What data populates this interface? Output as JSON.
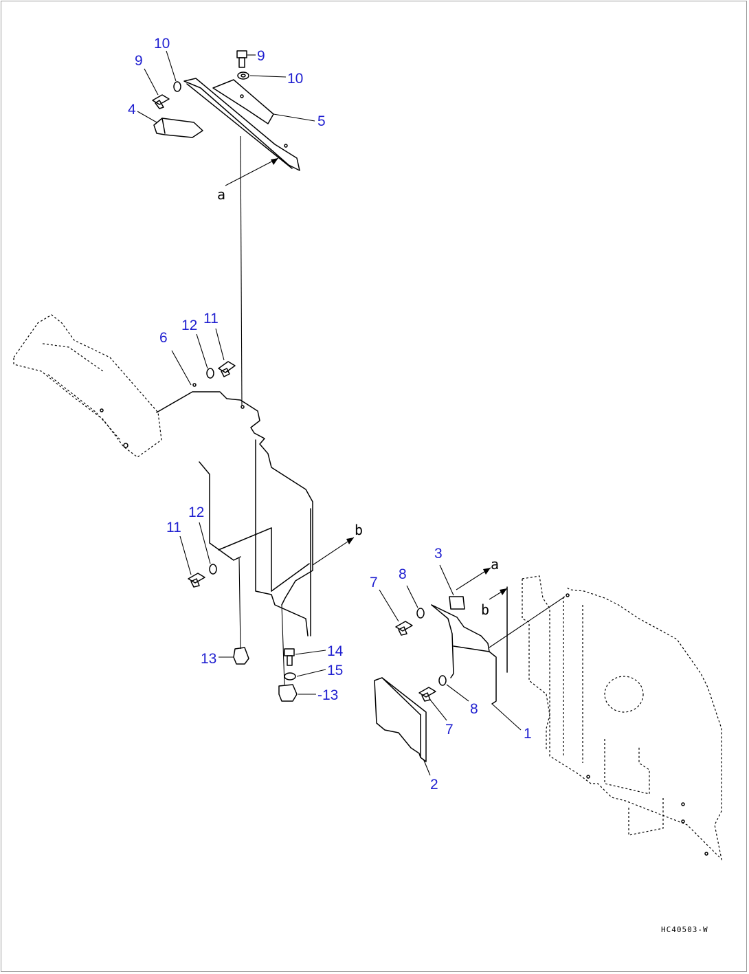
{
  "drawing_code": "HC40503-W",
  "callouts": {
    "c1": "1",
    "c2": "2",
    "c3": "3",
    "c4": "4",
    "c5": "5",
    "c6": "6",
    "c7a": "7",
    "c7b": "7",
    "c8a": "8",
    "c8b": "8",
    "c9a": "9",
    "c9b": "9",
    "c10a": "10",
    "c10b": "10",
    "c11a": "11",
    "c11b": "11",
    "c12a": "12",
    "c12b": "12",
    "c13a": "13",
    "c13b": "-13",
    "c14": "14",
    "c15": "15"
  },
  "arrows": {
    "a_top": "a",
    "b_mid": "b",
    "a_right": "a",
    "b_right": "b"
  },
  "colors": {
    "callout": "#1f1fd0",
    "line": "#000000",
    "frame": "#9a9a9a"
  }
}
